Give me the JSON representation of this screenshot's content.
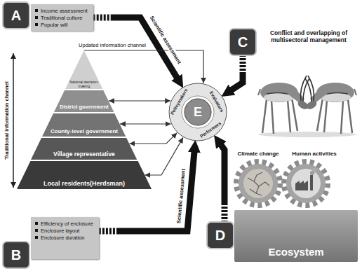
{
  "diagram": {
    "nodes": [
      {
        "text": [
          "A"
        ]
      },
      {
        "text": [
          "Income assessment",
          "Traditional culture",
          "Popular will"
        ]
      },
      {
        "text": [
          "C"
        ]
      },
      {
        "text": [
          "National decision-making"
        ]
      },
      {
        "text": [
          "District government"
        ]
      },
      {
        "text": [
          "County-level government"
        ]
      },
      {
        "text": [
          "Village representative"
        ]
      },
      {
        "text": [
          "Local residents(Herdsman)"
        ]
      },
      {
        "text": [
          "E",
          "Policymakers",
          "Evaluators",
          "Performers"
        ]
      },
      {
        "text": [
          "D"
        ]
      },
      {
        "text": [
          "Ecosystem"
        ]
      },
      {
        "text": [
          "B"
        ]
      },
      {
        "text": [
          "Efficiency of enclosure",
          "Enclosure layout",
          "Enclosure duration"
        ]
      }
    ],
    "edges": [
      {
        "from": 1,
        "to": 8,
        "arrow": "to",
        "label": "Scientific assessment"
      },
      {
        "from": 3,
        "to": 8,
        "arrow": "to",
        "label": "Updated information channel"
      },
      {
        "from": 2,
        "to": 8,
        "arrow": "to"
      },
      {
        "from": 4,
        "to": 8,
        "arrow": "both"
      },
      {
        "from": 5,
        "to": 8,
        "arrow": "both"
      },
      {
        "from": 6,
        "to": 8,
        "arrow": "both"
      },
      {
        "from": 7,
        "to": 8,
        "arrow": "both"
      },
      {
        "from": 9,
        "to": 8,
        "arrow": "to"
      },
      {
        "from": 12,
        "to": 8,
        "arrow": "to",
        "label": "Scientific assessment"
      }
    ],
    "labels": [
      "Traditional information channel",
      "Conflict and overlapping of multisectoral management",
      "Climate change",
      "Human activities"
    ]
  }
}
